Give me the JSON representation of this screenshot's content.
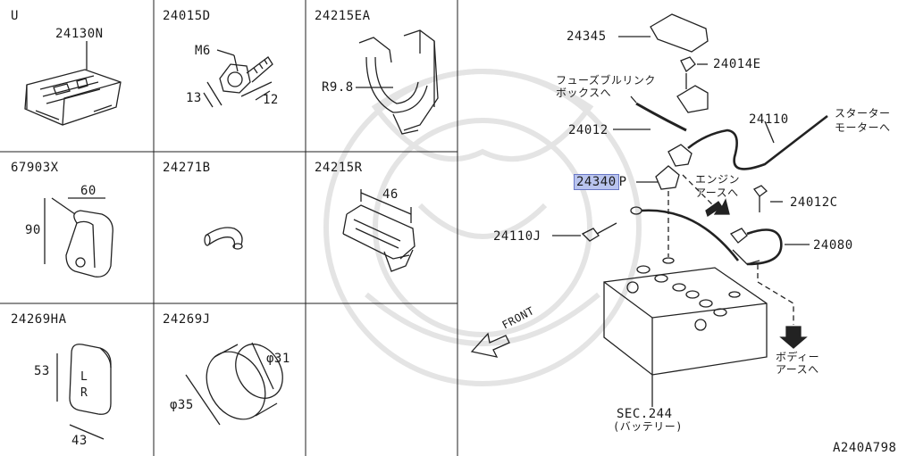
{
  "grid_cells": [
    {
      "code": "U",
      "sub": "24130N"
    },
    {
      "code": "24015D",
      "sub": "M6"
    },
    {
      "code": "24215EA",
      "sub": "R9.8"
    },
    {
      "code": "67903X",
      "sub": ""
    },
    {
      "code": "24271B",
      "sub": ""
    },
    {
      "code": "24215R",
      "sub": ""
    },
    {
      "code": "24269HA",
      "sub": ""
    },
    {
      "code": "24269J",
      "sub": ""
    }
  ],
  "dims": {
    "bolt_13": "13",
    "bolt_12": "12",
    "grom_60": "60",
    "grom_90": "90",
    "clip_46": "46",
    "plug_53": "53",
    "plug_43": "43",
    "cap_31": "φ31",
    "cap_35": "φ35",
    "plug_letters": "L R"
  },
  "parts": {
    "p24345": "24345",
    "p24014E": "24014E",
    "fuse_line1": "フューズブルリンク",
    "fuse_line2": "ボックスへ",
    "p24110": "24110",
    "starter_line1": "スターター",
    "starter_line2": "モーターへ",
    "p24012": "24012",
    "p24340": "24340",
    "p24340_suffix": "P",
    "engine_line1": "エンジン",
    "engine_line2": "アースへ",
    "p24012C": "24012C",
    "p24110J": "24110J",
    "p24080": "24080",
    "front": "FRONT",
    "body_line1": "ボディー",
    "body_line2": "アースへ",
    "sec_line1": "SEC.244",
    "sec_line2": "(バッテリー)",
    "diagram_id": "A240A798"
  }
}
